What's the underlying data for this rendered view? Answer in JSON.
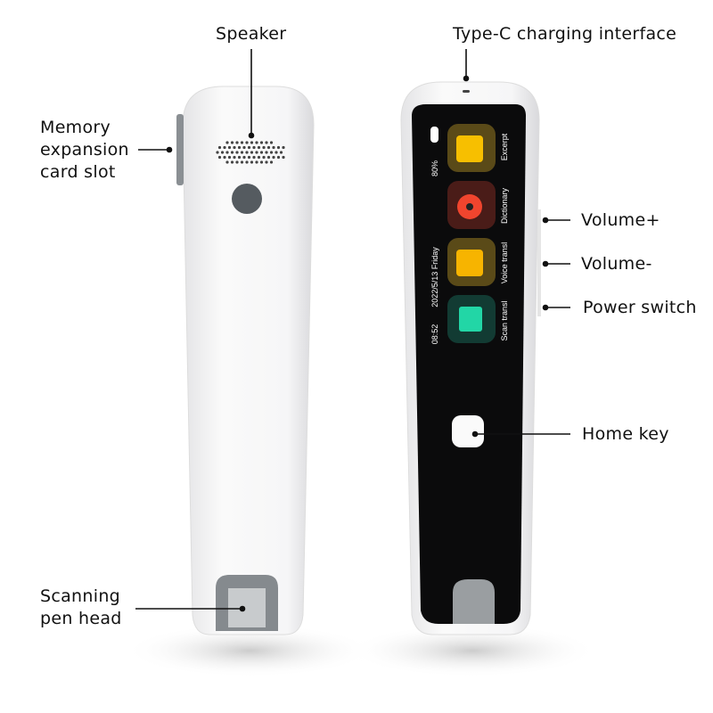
{
  "labels": {
    "speaker": "Speaker",
    "type_c": "Type-C charging interface",
    "memory": [
      "Memory",
      "expansion",
      "card slot"
    ],
    "volume_up": "Volume+",
    "volume_down": "Volume-",
    "power": "Power switch",
    "home": "Home key",
    "scan_head": [
      "Scanning",
      "pen head"
    ]
  },
  "screen": {
    "time": "08:52",
    "date": "2022/5/13 Friday",
    "battery": "80%",
    "apps": [
      {
        "label": "Excerpt",
        "icon": "excerpt-icon",
        "color": "#f5b400"
      },
      {
        "label": "Dictionary",
        "icon": "dictionary-icon",
        "color": "#f0452e"
      },
      {
        "label": "Voice transl",
        "icon": "voice-translate-icon",
        "color": "#f5b400"
      },
      {
        "label": "Scan transl",
        "icon": "scan-translate-icon",
        "color": "#1fd1a0"
      }
    ]
  }
}
